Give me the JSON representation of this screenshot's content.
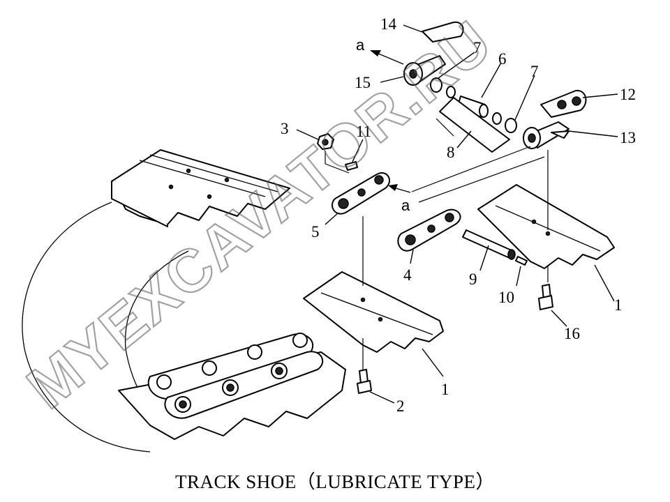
{
  "diagram": {
    "caption": "TRACK SHOE（LUBRICATE TYPE）",
    "watermark": "MYEXCAVATOR.RU",
    "callouts": [
      "14",
      "7",
      "6",
      "7",
      "12",
      "15",
      "13",
      "3",
      "11",
      "5",
      "8",
      "4",
      "9",
      "10",
      "1",
      "16",
      "1",
      "2"
    ],
    "arrow_labels": [
      "a",
      "a"
    ]
  }
}
